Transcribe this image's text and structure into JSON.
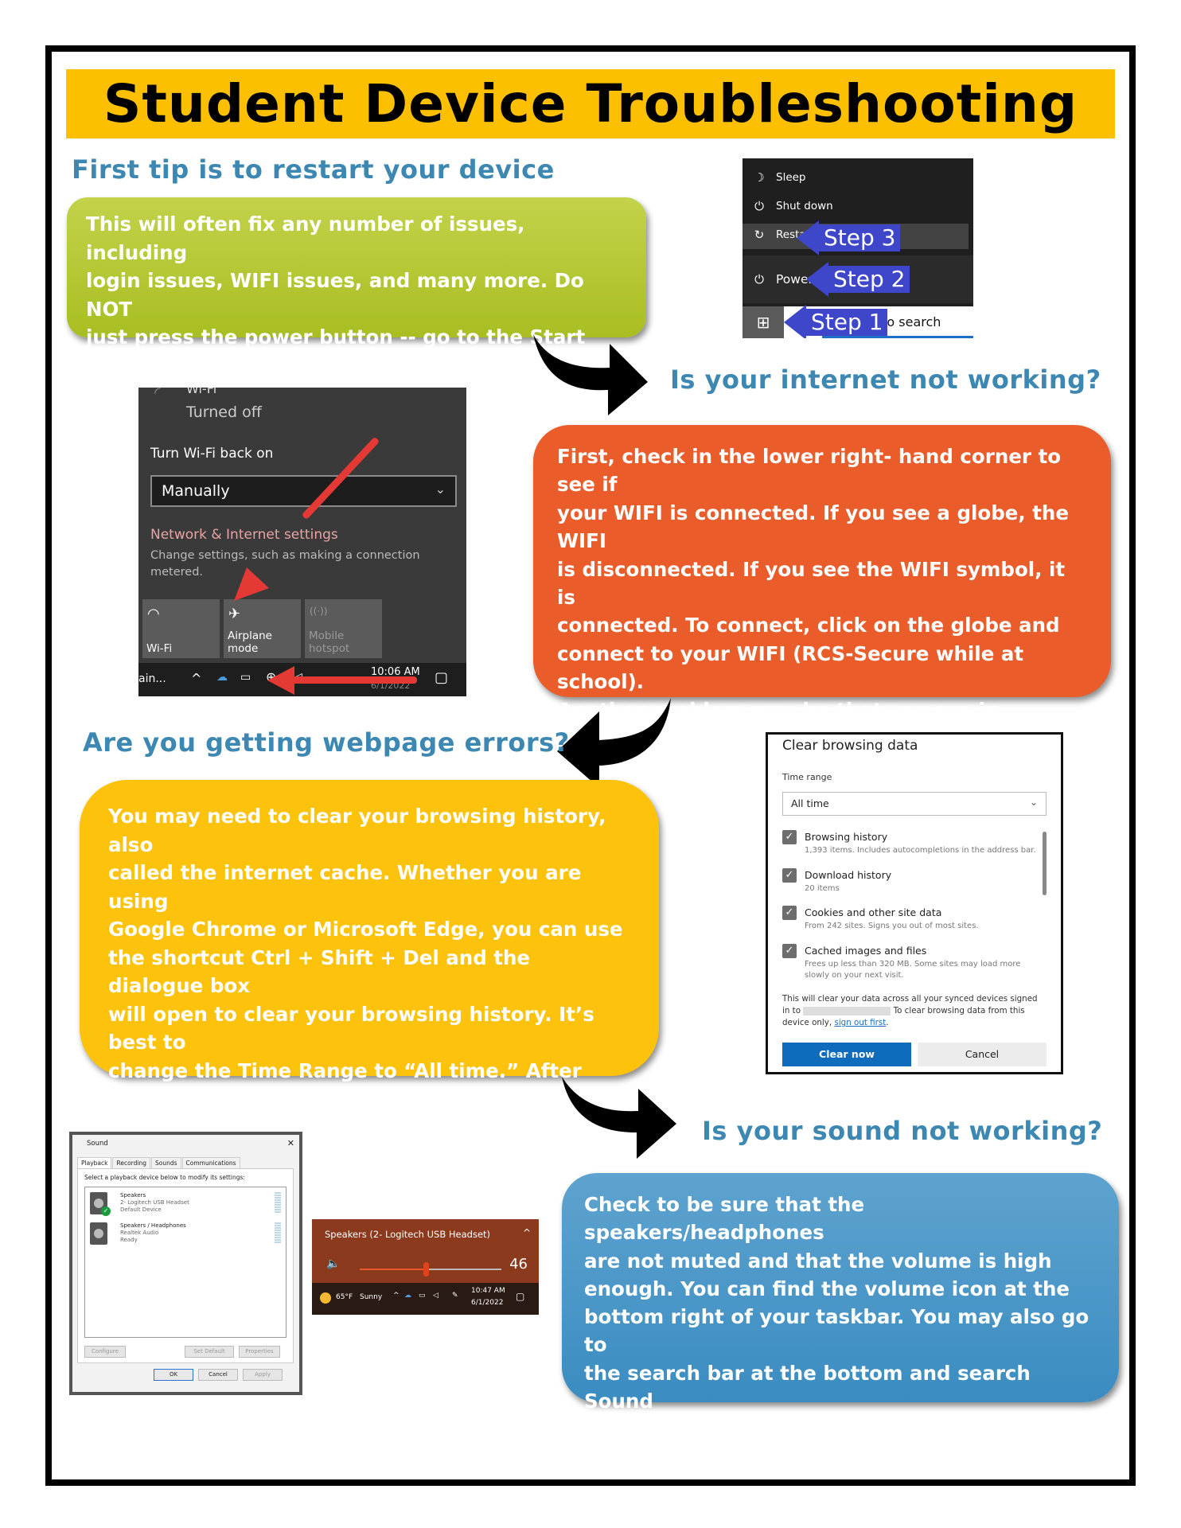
{
  "title": "Student Device Troubleshooting",
  "colors": {
    "banner": "#fdc000",
    "heading": "#3d87b3",
    "restart_box": "#b4c630",
    "internet_box": "#eb5c2b",
    "webpage_box": "#fcc20c",
    "sound_box": "#4b98c8",
    "step_arrow": "#3e46c9",
    "red_arrow": "#e53935"
  },
  "sections": {
    "restart": {
      "heading": "First tip is to restart your device",
      "body": "This will often fix any number of issues, including\nlogin issues, WIFI issues, and many more. Do NOT\njust press the power button -- go to the Start menu,\nclick Power, then choose Restart."
    },
    "internet": {
      "heading": "Is your internet not working?",
      "body": "First, check in the lower right- hand corner to see if\nyour WIFI is connected. If you see a globe, the WIFI\nis disconnected. If you see the WIFI symbol, it is\nconnected. To connect, click on the globe and\nconnect to your WIFI (RCS-Secure while at school).\nAnother problem may be that you are in Airplane\nmode. To turn off Airplane mode, click on the WIFI\nsymbol and click on the Airplane mode button."
    },
    "webpage": {
      "heading": "Are you getting webpage errors?",
      "body": "You may need to clear your browsing history, also\ncalled the internet cache. Whether you are using\nGoogle Chrome or Microsoft Edge, you can use\nthe shortcut Ctrl + Shift + Del and the dialogue box\nwill open to clear your browsing history. It’s best to\nchange the Time Range to “All time.” After you’ve\ncleared your cache, close the browser and then\nopen a new window and try the website again.\nThis trick clears up a lot of internet problems!"
    },
    "sound": {
      "heading": "Is your sound not working?",
      "body": "Check to be sure that the speakers/headphones\nare not muted and that the volume is high\nenough. You can find the volume icon at the\nbottom right of your taskbar. You may also go to\nthe search bar at the bottom and search Sound\nand check under the Playback tab to be sure\nthat the correct audio device is chosen."
    }
  },
  "power_menu": {
    "items": [
      {
        "icon": "moon-icon",
        "glyph": "☽",
        "label": "Sleep"
      },
      {
        "icon": "power-icon",
        "glyph": "⏻",
        "label": "Shut down"
      },
      {
        "icon": "restart-icon",
        "glyph": "↻",
        "label": "Restart"
      }
    ],
    "power": {
      "icon": "power-icon",
      "glyph": "⏻",
      "label": "Power"
    },
    "search_placeholder": "here to search",
    "start_glyph": "⊞",
    "steps": [
      "Step 1",
      "Step 2",
      "Step 3"
    ]
  },
  "wifi_panel": {
    "title_partial": "Wi-Fi",
    "status": "Turned off",
    "turn_on_label": "Turn Wi-Fi back on",
    "select_value": "Manually",
    "settings_link": "Network & Internet settings",
    "settings_desc_1": "Change settings, such as making a connection",
    "settings_desc_2": "metered.",
    "tiles": [
      {
        "label": "Wi-Fi",
        "glyph": "◠"
      },
      {
        "label": "Airplane mode",
        "glyph": "✈"
      },
      {
        "label": "Mobile hotspot",
        "glyph": "((·))"
      }
    ],
    "taskbar": {
      "weather_partial": "ain...",
      "chevron": "^",
      "time": "10:06 AM",
      "date_partial": "6/1/2022",
      "globe_glyph": "🌐",
      "notification_glyph": "🗨"
    }
  },
  "clear_browsing": {
    "title": "Clear browsing data",
    "time_range_label": "Time range",
    "time_range_value": "All time",
    "items": [
      {
        "title": "Browsing history",
        "desc": "1,393 items. Includes autocompletions in the address bar.",
        "checked": true
      },
      {
        "title": "Download history",
        "desc": "20 items",
        "checked": true
      },
      {
        "title": "Cookies and other site data",
        "desc": "From 242 sites. Signs you out of most sites.",
        "checked": true
      },
      {
        "title": "Cached images and files",
        "desc": "Frees up less than 320 MB. Some sites may load more slowly on your next visit.",
        "checked": true
      }
    ],
    "note_1": "This will clear your data across all your synced devices signed in to",
    "note_2": "To clear browsing data from this device",
    "note_3": "only,",
    "sign_out_link": "sign out first",
    "clear_button": "Clear now",
    "cancel_button": "Cancel"
  },
  "sound_dialog": {
    "title": "Sound",
    "close_glyph": "✕",
    "tabs": [
      "Playback",
      "Recording",
      "Sounds",
      "Communications"
    ],
    "instruction": "Select a playback device below to modify its settings:",
    "devices": [
      {
        "name": "Speakers",
        "detail": "2- Logitech USB Headset",
        "status": "Default Device",
        "default": true
      },
      {
        "name": "Speakers / Headphones",
        "detail": "Realtek Audio",
        "status": "Ready",
        "default": false
      }
    ],
    "buttons": {
      "configure": "Configure",
      "set_default": "Set Default",
      "properties": "Properties",
      "ok": "OK",
      "cancel": "Cancel",
      "apply": "Apply"
    }
  },
  "volume_flyout": {
    "device": "Speakers (2- Logitech USB Headset)",
    "volume": "46",
    "volume_percent": 46,
    "taskbar": {
      "temp": "65°F",
      "weather": "Sunny",
      "time": "10:47 AM",
      "date": "6/1/2022"
    }
  }
}
